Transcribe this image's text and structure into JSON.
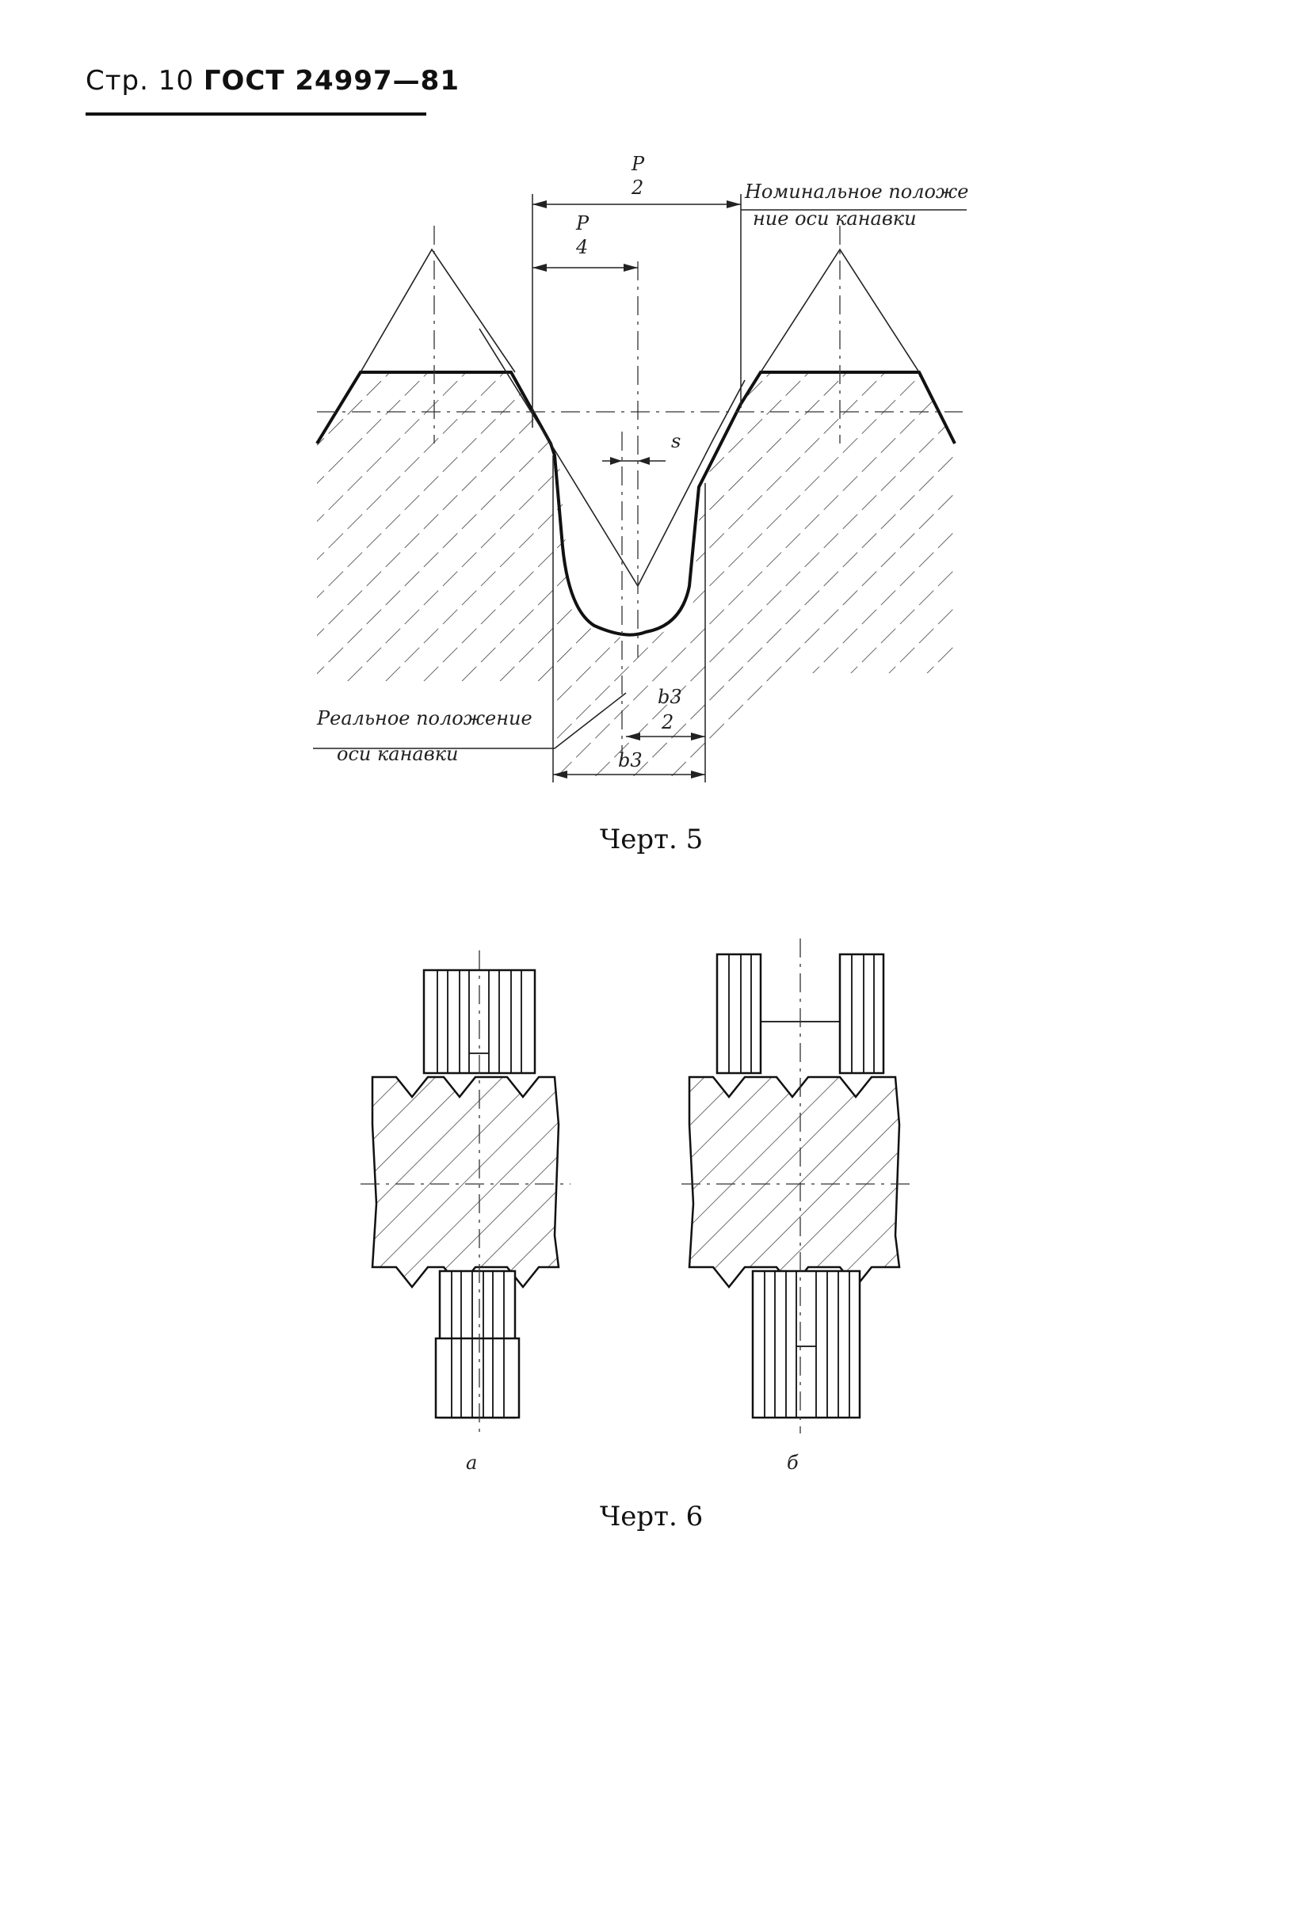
{
  "header": {
    "page": "Стр. 10",
    "standard": "ГОСТ 24997—81"
  },
  "fig5": {
    "caption": "Черт. 5",
    "label_p2_top": "P",
    "label_p2_bot": "2",
    "label_p4_top": "P",
    "label_p4_bot": "4",
    "label_s": "s",
    "label_b3_2_top": "b3",
    "label_b3_2_bot": "2",
    "label_b3": "b3",
    "nominal_line1": "Номинальное положе",
    "nominal_line2": "ние оси канавки",
    "real_line1": "Реальное положение",
    "real_line2": "оси канавки"
  },
  "fig6": {
    "caption": "Черт. 6",
    "sub_a": "а",
    "sub_b": "б"
  }
}
